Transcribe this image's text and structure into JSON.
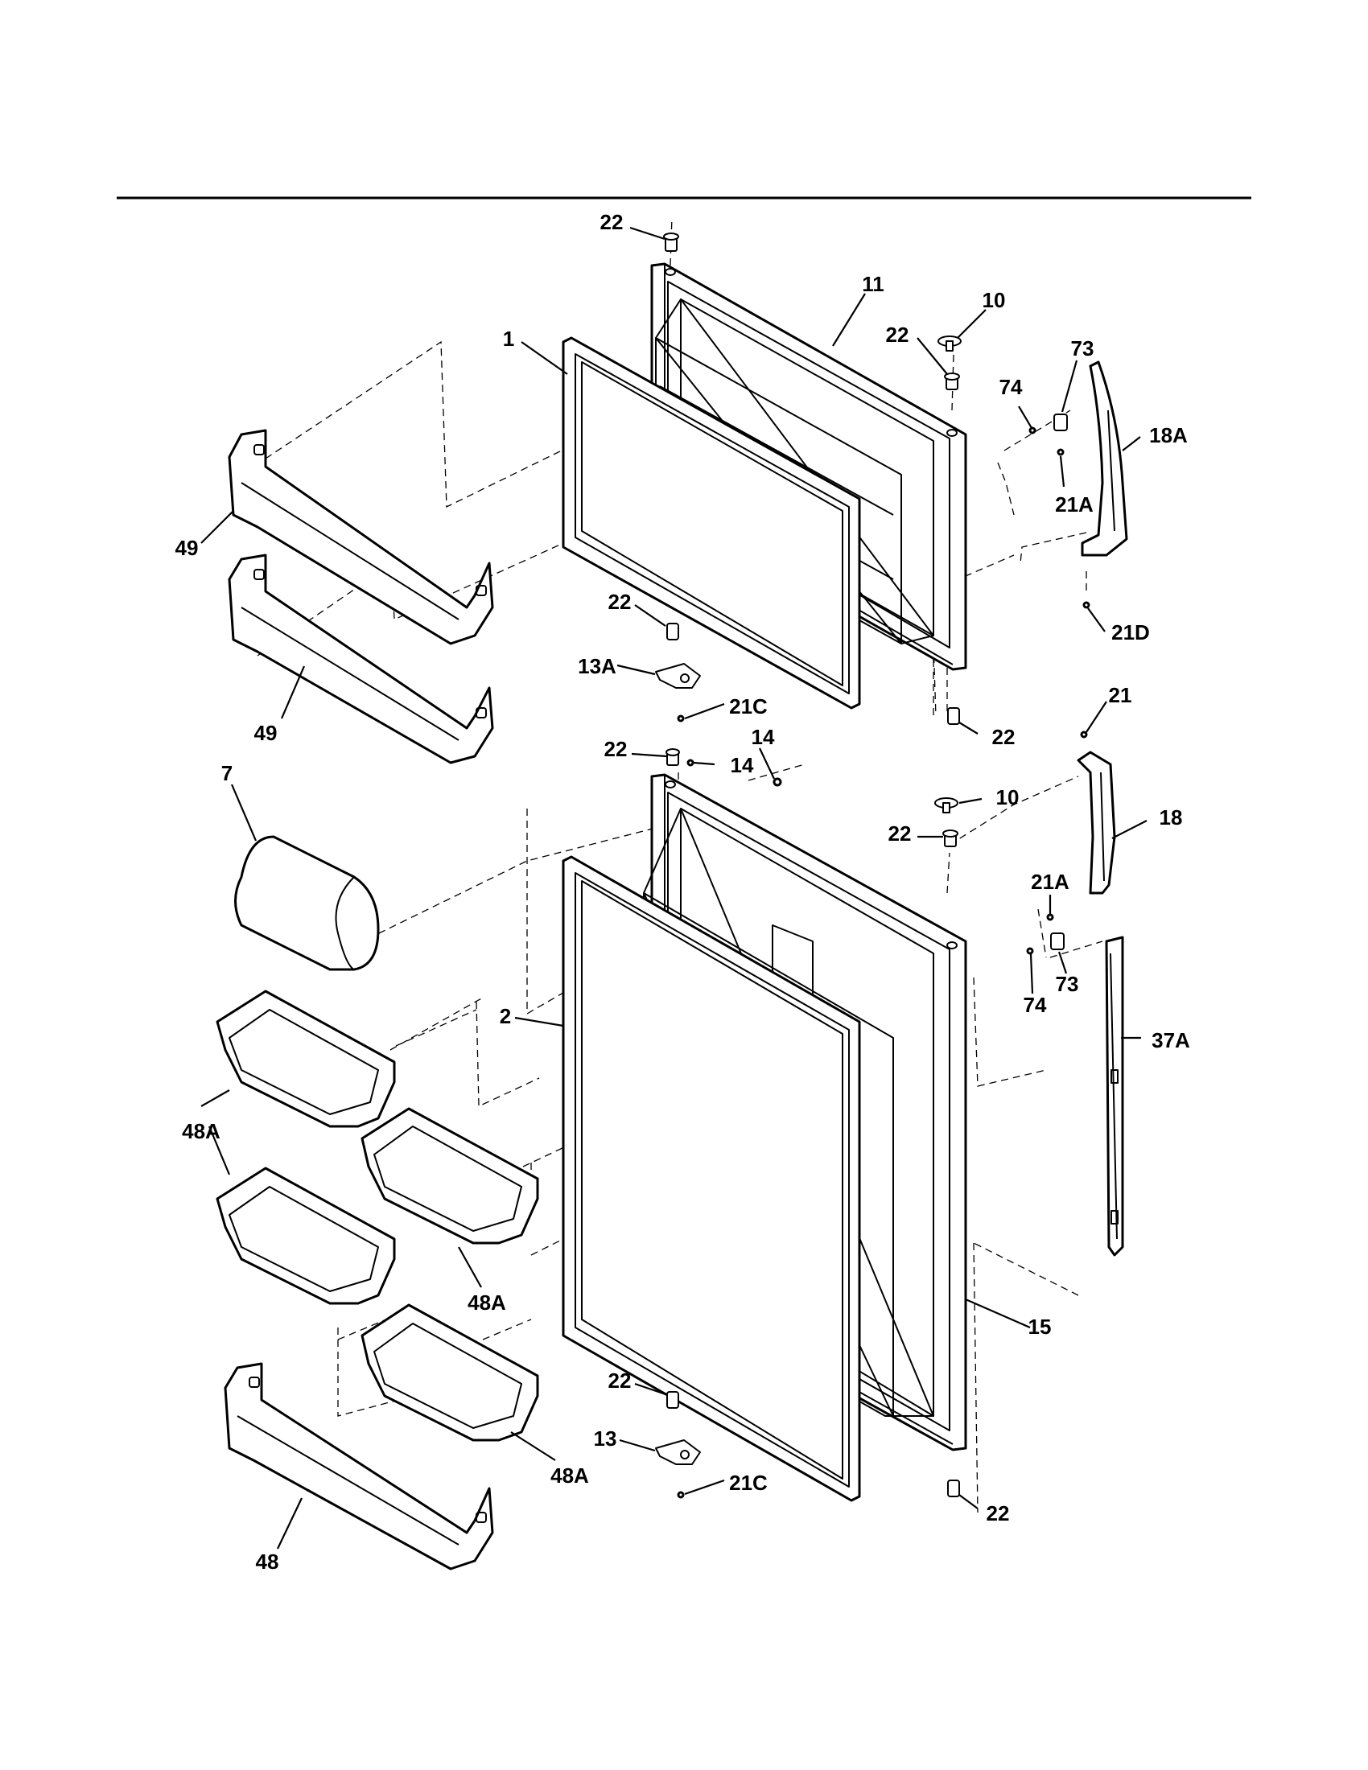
{
  "callouts": {
    "c_22_top": "22",
    "c_11": "11",
    "c_10_top": "10",
    "c_22_hinge_top": "22",
    "c_1": "1",
    "c_73_top": "73",
    "c_74_top": "74",
    "c_18A": "18A",
    "c_21A_top": "21A",
    "c_49_upper": "49",
    "c_49_lower": "49",
    "c_22_mid_left": "22",
    "c_21D": "21D",
    "c_13A": "13A",
    "c_21C_upper": "21C",
    "c_22_mid_right": "22",
    "c_21": "21",
    "c_14_a": "14",
    "c_14_b": "14",
    "c_22_fresh_top": "22",
    "c_7": "7",
    "c_10_fresh": "10",
    "c_18": "18",
    "c_22_fresh_hinge": "22",
    "c_21A_fresh": "21A",
    "c_73_fresh": "73",
    "c_74_fresh": "74",
    "c_37A": "37A",
    "c_2": "2",
    "c_48A_a": "48A",
    "c_48A_b": "48A",
    "c_15": "15",
    "c_22_bottom_left": "22",
    "c_13": "13",
    "c_48A_c": "48A",
    "c_21C_lower": "21C",
    "c_22_bottom_right": "22",
    "c_48": "48"
  }
}
